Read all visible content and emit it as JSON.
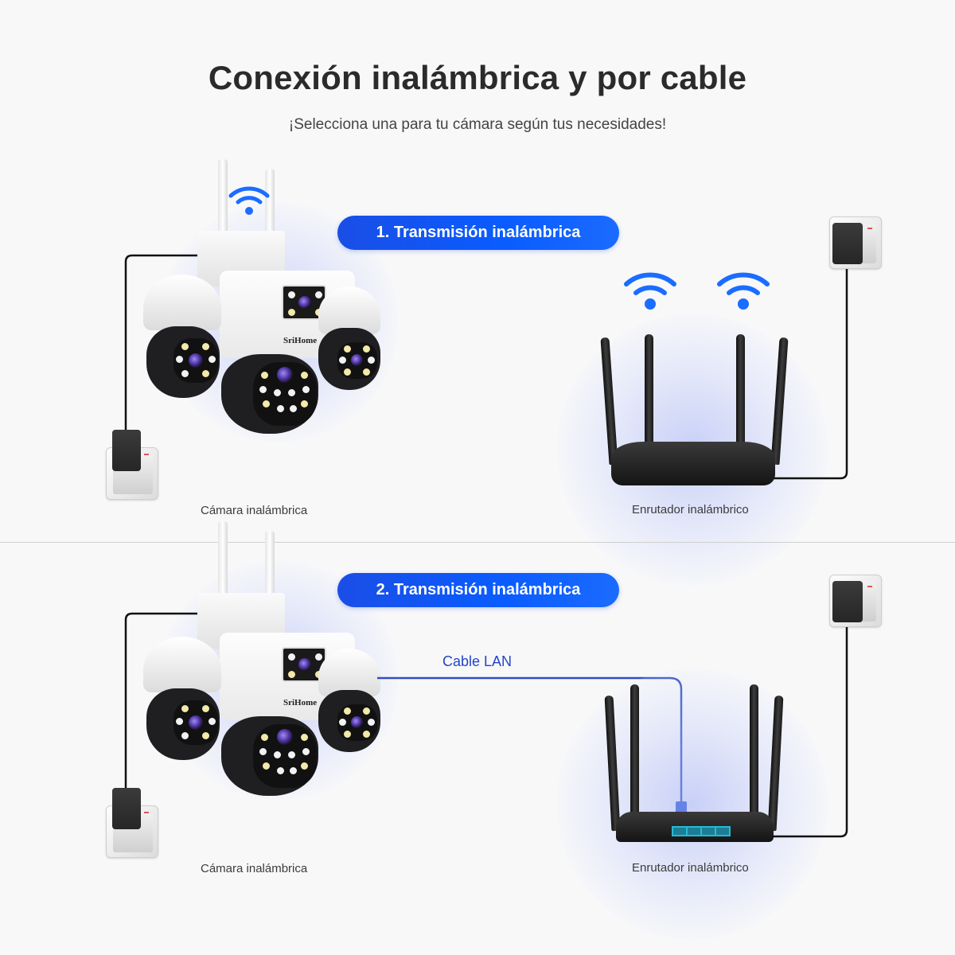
{
  "header": {
    "title": "Conexión inalámbrica y por cable",
    "subtitle": "¡Selecciona una para tu cámara según tus necesidades!"
  },
  "colors": {
    "accent_blue": "#0a5cff",
    "wifi_blue": "#1a6dff",
    "lan_cable": "#2f4fbf",
    "background": "#f8f8f9",
    "power_cable": "#111111"
  },
  "sections": [
    {
      "id": 1,
      "pill_label": "1. Transmisión inalámbrica",
      "camera": {
        "label": "Cámara inalámbrica",
        "brand": "SriHome",
        "icon": "wifi-icon"
      },
      "router": {
        "label": "Enrutador inalámbrico",
        "icons": [
          "wifi-icon",
          "wifi-icon"
        ]
      },
      "connection": "wireless"
    },
    {
      "id": 2,
      "pill_label": "2. Transmisión inalámbrica",
      "camera": {
        "label": "Cámara inalámbrica",
        "brand": "SriHome"
      },
      "router": {
        "label": "Enrutador inalámbrico"
      },
      "connection": "wired",
      "cable_label": "Cable LAN"
    }
  ]
}
